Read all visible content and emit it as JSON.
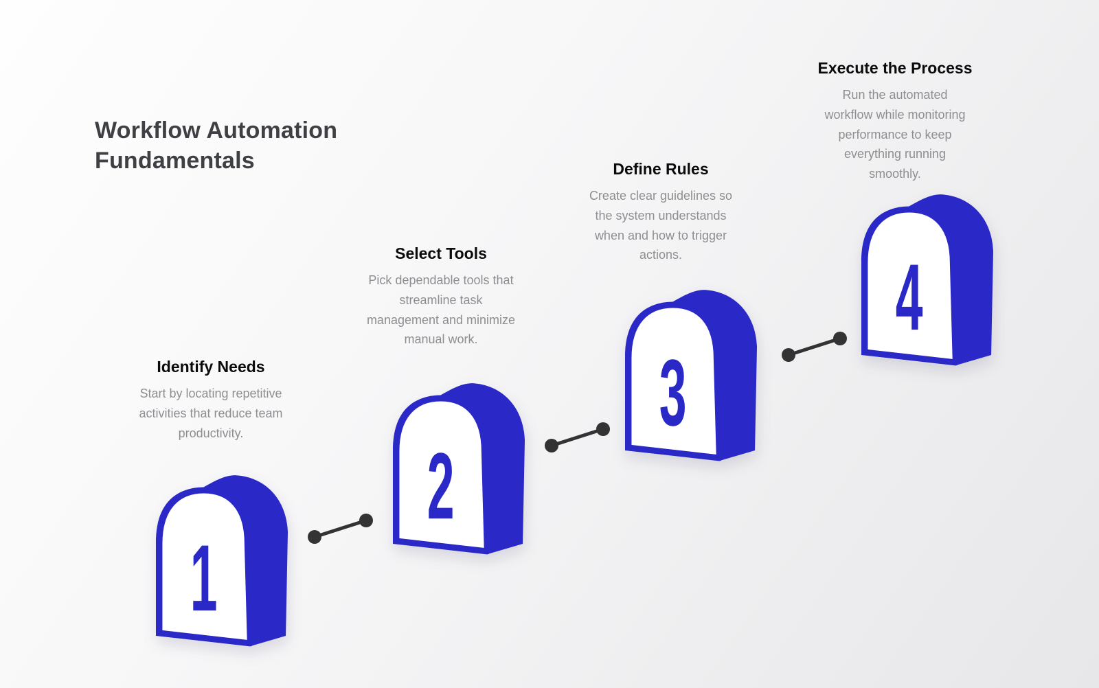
{
  "title": "Workflow Automation\nFundamentals",
  "colors": {
    "accent": "#2b28c8",
    "connector": "#333333",
    "title_text": "#3f4044",
    "heading_text": "#0b0b0c",
    "body_text": "#8e8e92",
    "badge_face": "#ffffff"
  },
  "steps": [
    {
      "number": "1",
      "heading": "Identify Needs",
      "body": "Start by locating repetitive\nactivities that reduce team\nproductivity."
    },
    {
      "number": "2",
      "heading": "Select Tools",
      "body": "Pick dependable tools that\nstreamline task\nmanagement and minimize\nmanual work."
    },
    {
      "number": "3",
      "heading": "Define Rules",
      "body": "Create clear guidelines so\nthe system understands\nwhen and how to trigger\nactions."
    },
    {
      "number": "4",
      "heading": "Execute the Process",
      "body": "Run the automated\nworkflow while monitoring\nperformance to keep\neverything running\nsmoothly."
    }
  ]
}
